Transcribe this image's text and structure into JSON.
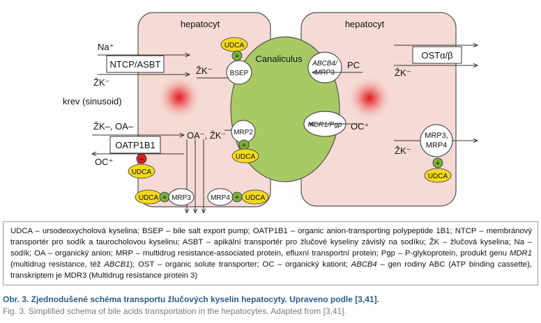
{
  "diagram": {
    "cell_left_label": "hepatocyt",
    "cell_right_label": "hepatocyt",
    "canaliculus": "Canaliculus",
    "na": "Na⁺",
    "ntcp_asbt": "NTCP/ASBT",
    "zk_ntcp": "ŽK⁻",
    "krev": "krev (sinusoid)",
    "zk_oa": "ŽK–, OA–",
    "oatp1b1": "OATP1B1",
    "oc_left": "OC⁺",
    "minus": "–",
    "plus": "+",
    "udca": "UDCA",
    "zk_bsep": "ŽK⁻",
    "bsep": "BSEP",
    "oa_zk": "OA⁻, ŽK⁻",
    "mrp2": "MRP2",
    "mrp3": "MRP3",
    "mrp4": "MRP4",
    "abcb4_line1": "ABCB4/",
    "abcb4_line2": "MRP3",
    "pc": "PC",
    "mdr1": "MDR1/Pgp",
    "oc_right": "OC⁺",
    "ost": "OSTα/β",
    "zk_ost": "ŽK⁻",
    "zk_mrp": "ŽK⁻",
    "mrp34_line1": "MRP3,",
    "mrp34_line2": "MRP4"
  },
  "legend": {
    "p1": "UDCA – ursodeoxycholová kyselina; BSEP – bile salt export pump; OATP1B1 – organic anion-transporting polypeptide 1B1; NTCP – membránový transportér pro sodík a taurocholovou kyselinu; ASBT – apikální transportér pro žlučové kyseliny závislý na sodíku; ŽK – žlučová kyselina; Na – sodík; OA – organický anion; MRP – multidrug resistance-associated protein, efluxní transportní protein; Pgp – P-glykoprotein, produkt genu ",
    "mdr1": "MDR1",
    "p2": " (multidrug resistance, též ",
    "abcb1": "ABCB1",
    "p3": "); OST – organic solute transporter; OC – organický kationt; ",
    "abcb4": "ABCB4",
    "p4": " – gen rodiny ABC (ATP binding cassette), transkriptem je MDR3 (Multidrug resistance protein 3)"
  },
  "caption": {
    "cz": "Obr. 3. Zjednodušené schéma transportu žlučových kyselin hepatocyty. Upraveno podle [3,41].",
    "en": "Fig. 3. Simplified schema of bile acids transportation in the hepatocytes. Adapted from [3,41]."
  },
  "colors": {
    "cell_fill": "#f5dad5",
    "canaliculus_fill": "#a9c965",
    "udca_fill": "#f2d81e",
    "plus_fill": "#7ab03b",
    "minus_fill": "#d91f26",
    "caption_cz": "#2a5c87"
  }
}
